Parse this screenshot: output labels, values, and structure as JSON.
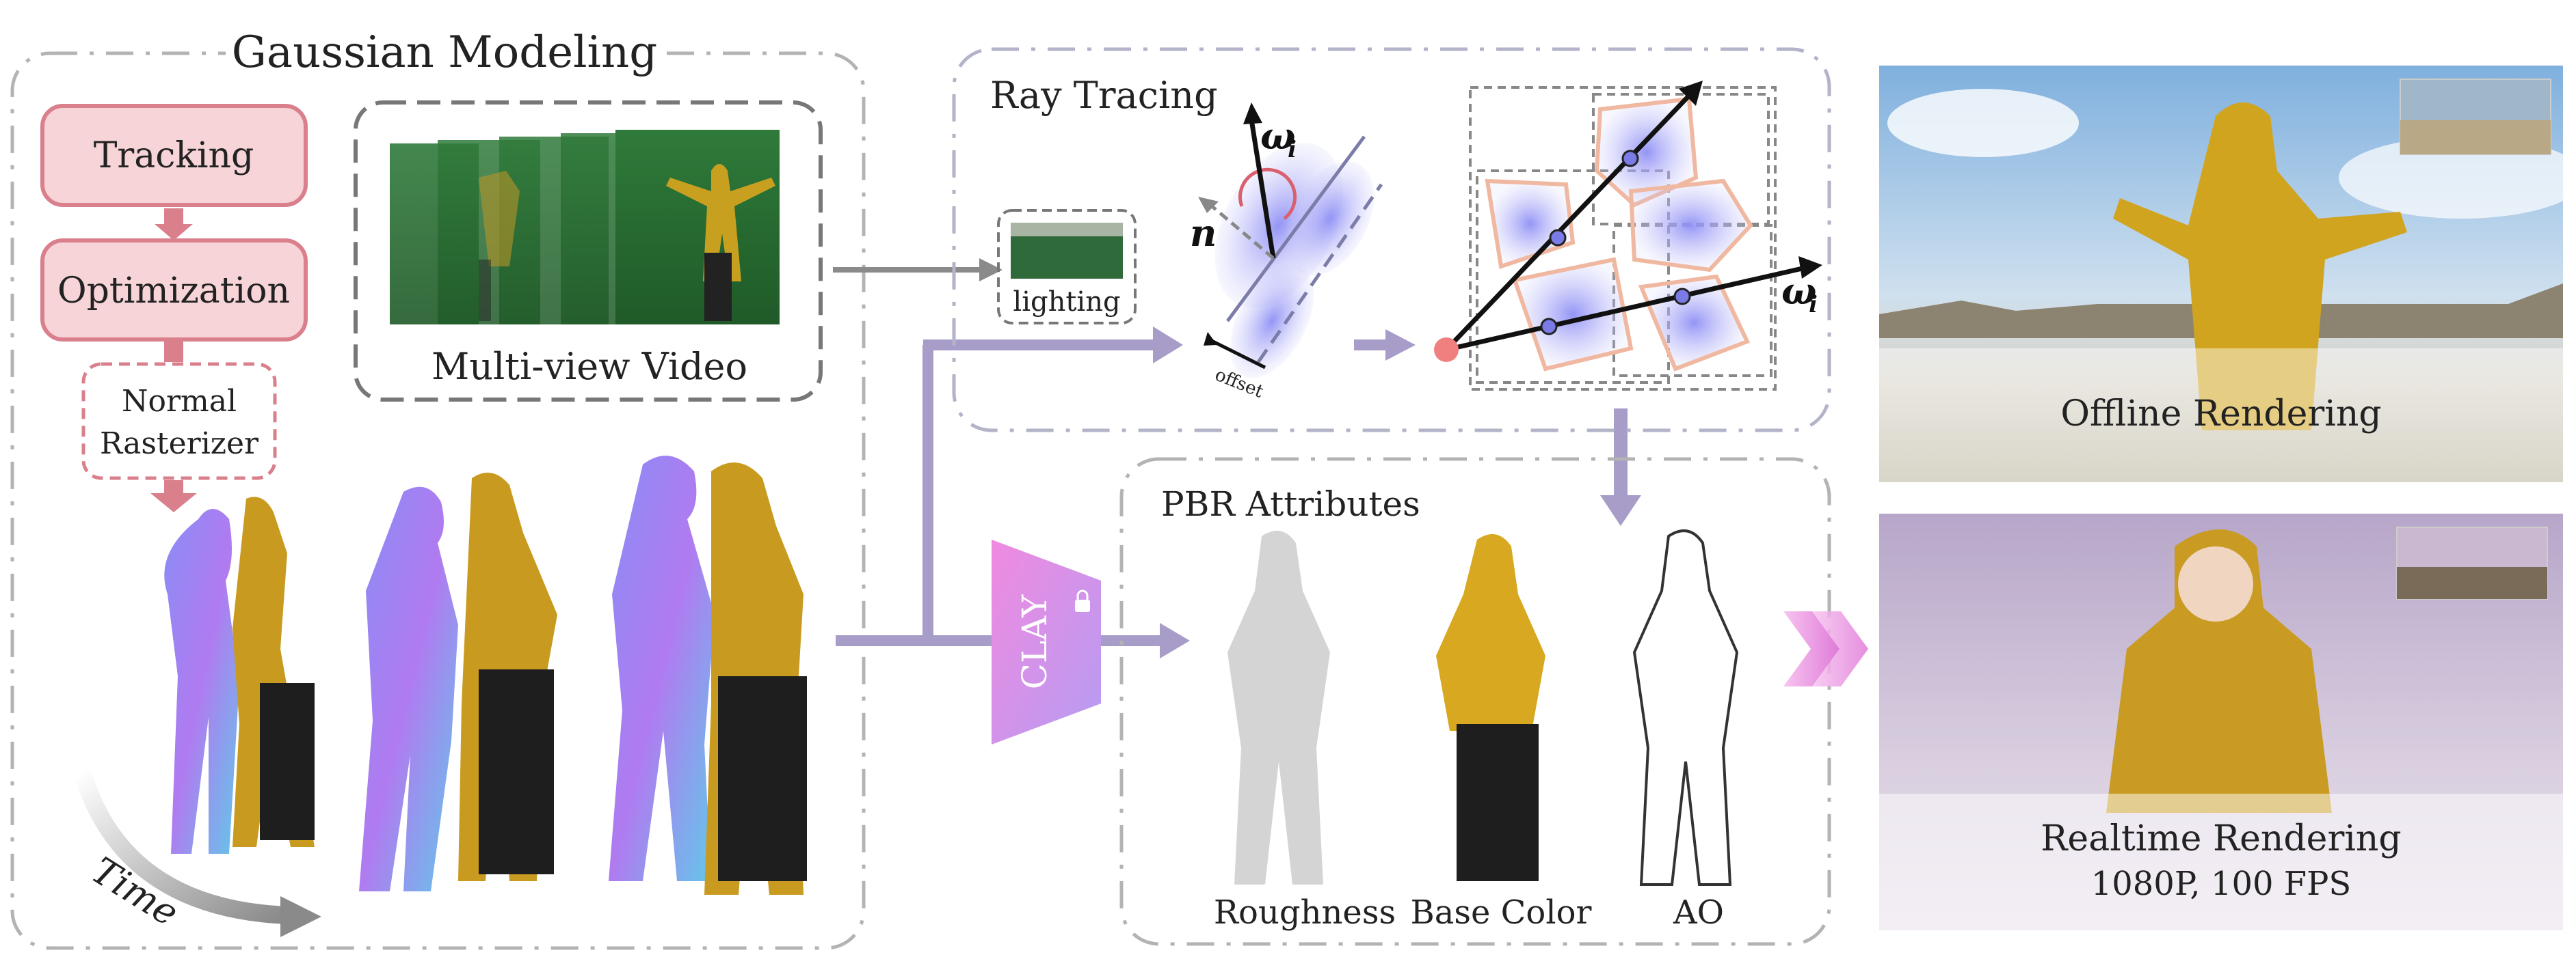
{
  "gaussian_modeling": {
    "title": "Gaussian Modeling",
    "tracking_label": "Tracking",
    "optimization_label": "Optimization",
    "normal_rasterizer_line1": "Normal",
    "normal_rasterizer_line2": "Rasterizer",
    "multiview_label": "Multi-view Video",
    "time_label": "Time"
  },
  "ray_tracing": {
    "title": "Ray Tracing",
    "lighting_label": "lighting",
    "omega_label": "ω",
    "omega_sub": "i",
    "normal_label": "n",
    "offset_label": "offset"
  },
  "pbr": {
    "title": "PBR Attributes",
    "clay_label": "CLAY",
    "roughness_label": "Roughness",
    "base_color_label": "Base Color",
    "ao_label": "AO"
  },
  "outputs": {
    "offline_label": "Offline Rendering",
    "realtime_label": "Realtime Rendering",
    "realtime_spec": "1080P, 100 FPS"
  },
  "colors": {
    "pink_fill": "#f7d4d8",
    "pink_stroke": "#d9808c",
    "purple_arrow": "#a89cc8",
    "gray_arrow": "#8a8a8a",
    "box_stroke": "#b8b8c8"
  }
}
